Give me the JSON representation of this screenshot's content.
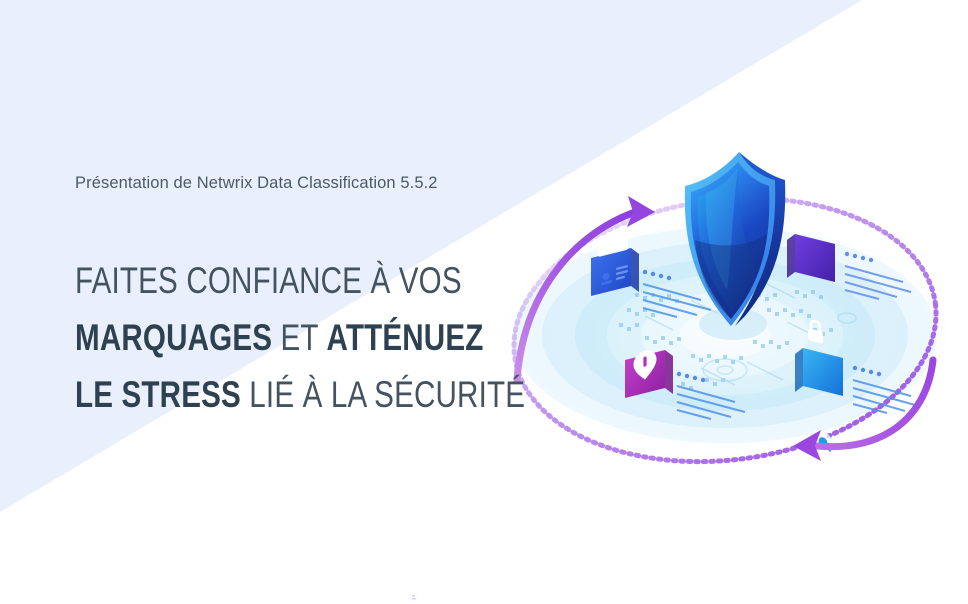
{
  "slide": {
    "eyebrow": "Présentation de Netwrix Data Classification 5.5.2",
    "headline_lines": [
      {
        "segments": [
          {
            "text": "FAITES CONFIANCE À VOS",
            "weight": "light"
          }
        ]
      },
      {
        "segments": [
          {
            "text": "MARQUAGES",
            "weight": "bold"
          },
          {
            "text": " ET ",
            "weight": "light"
          },
          {
            "text": "ATTÉNUEZ",
            "weight": "bold"
          }
        ]
      },
      {
        "segments": [
          {
            "text": "LE STRESS",
            "weight": "bold"
          },
          {
            "text": " LIÉ À LA SÉCURITÉ",
            "weight": "light"
          }
        ]
      }
    ],
    "headline_plain": "FAITES CONFIANCE À VOS MARQUAGES ET ATTÉNUEZ LE STRESS LIÉ À LA SÉCURITÉ"
  },
  "colors": {
    "background_tint": "#e9f0fb",
    "background_white": "#ffffff",
    "headline_bold": "#2e4150",
    "headline_light": "#43535f",
    "eyebrow": "#4c5a66",
    "shield_light": "#2fa3ef",
    "shield_mid": "#1e5fd8",
    "shield_dark": "#16308f",
    "disc_ring": "#cbe8f6",
    "orbit_purple": "#a04fe0",
    "card_idcard": "#2f5fe0",
    "card_lock": "#5a2fc8",
    "card_tag": "#b02fc0",
    "card_file": "#1e9ce8"
  },
  "illustration": {
    "name": "data-classification-shield-illustration",
    "shield": {
      "label": "security-shield"
    },
    "disc": {
      "label": "concentric-data-platform"
    },
    "orbit": {
      "label": "dashed-orbit-ring"
    },
    "arrows": [
      {
        "name": "orbit-arrow-upper-left",
        "direction": "up-right"
      },
      {
        "name": "orbit-arrow-lower-right",
        "direction": "left"
      }
    ],
    "cards": [
      {
        "name": "id-card-icon-tile",
        "icon": "id-card-icon",
        "color": "#2f5fe0",
        "position": "upper-left"
      },
      {
        "name": "lock-icon-tile",
        "icon": "lock-icon",
        "color": "#5a2fc8",
        "position": "upper-right"
      },
      {
        "name": "tag-icon-tile",
        "icon": "tag-pin-icon",
        "color": "#b02fc0",
        "position": "lower-left"
      },
      {
        "name": "file-icon-tile",
        "icon": "file-doc-icon",
        "color": "#1e9ce8",
        "position": "lower-right"
      }
    ]
  }
}
